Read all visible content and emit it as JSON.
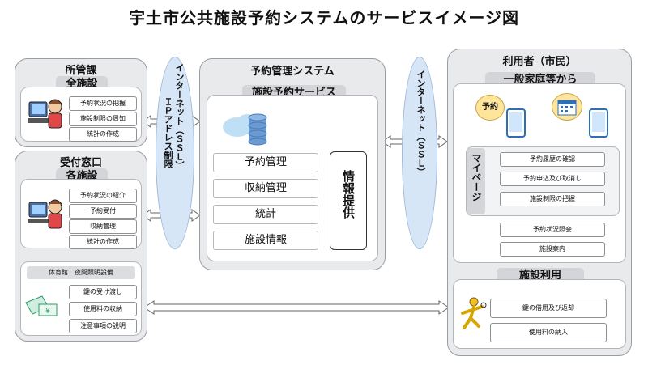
{
  "title": "宇土市公共施設予約システムのサービスイメージ図",
  "left_top": {
    "heading": "所管課",
    "badge": "全施設",
    "items": [
      "予約状況の把握",
      "施設制限の周知",
      "統計の作成"
    ]
  },
  "left_mid": {
    "heading": "受付窓口",
    "badge": "各施設",
    "items": [
      "予約状況の紹介",
      "予約受付",
      "収納管理",
      "統計の作成"
    ],
    "sub_heading": "体育館　夜間照明設備",
    "sub_items": [
      "鍵の受け渡し",
      "使用料の収納",
      "注意事項の説明"
    ]
  },
  "net_left": {
    "label1": "インターネット（ＳＳＬ）",
    "label2": "ＩＰアドレス制限"
  },
  "center": {
    "heading": "予約管理システム",
    "badge": "施設予約サービス",
    "items": [
      "予約管理",
      "収納管理",
      "統計",
      "施設情報"
    ],
    "info": "情報提供"
  },
  "net_right": {
    "label": "インターネット（ＳＳＬ）"
  },
  "right": {
    "heading": "利用者（市民）",
    "badge": "一般家庭等から",
    "bubble": "予約",
    "mypage": "マイページ",
    "mypage_items": [
      "予約履歴の確認",
      "予約申込及び取消し",
      "施設制限の把握"
    ],
    "extra_items": [
      "予約状況照会",
      "施設案内"
    ],
    "use_badge": "施設利用",
    "use_items": [
      "鍵の借用及び返却",
      "使用料の納入"
    ]
  },
  "colors": {
    "panel": "#e9eaec",
    "ellipse": "#d7e6f7",
    "cloud": "#bfe0f4",
    "database": "#6a9bd3"
  }
}
